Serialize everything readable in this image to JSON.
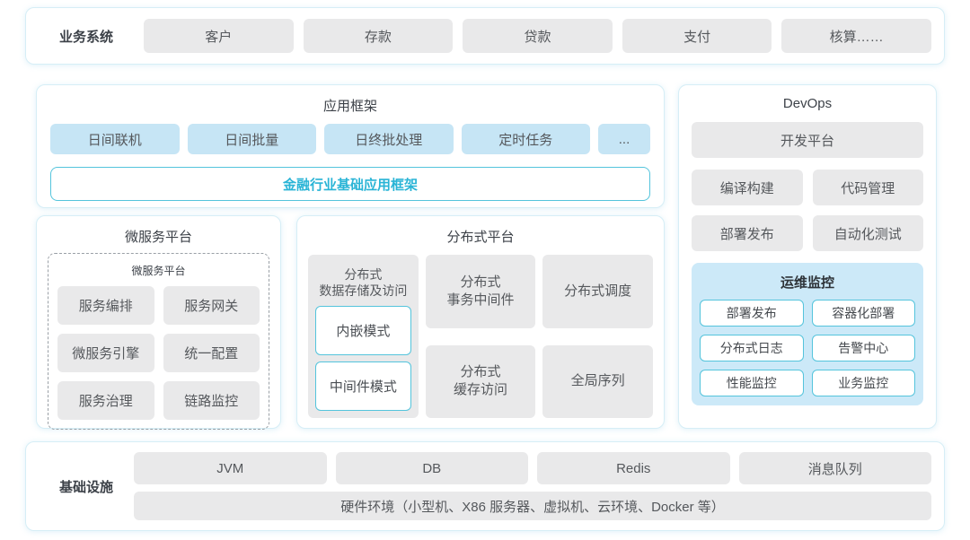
{
  "colors": {
    "panel_border": "#d6eef6",
    "chip_gray": "#e9e9ea",
    "chip_blue": "#c6e5f5",
    "accent_cyan": "#29b4d6",
    "outline_cyan": "#54c4dc",
    "ops_panel_bg": "#cce9f8"
  },
  "business_layer": {
    "label": "业务系统",
    "items": [
      "客户",
      "存款",
      "贷款",
      "支付",
      "核算……"
    ]
  },
  "app_framework": {
    "title": "应用框架",
    "items": [
      "日间联机",
      "日间批量",
      "日终批处理",
      "定时任务",
      "..."
    ],
    "base_framework": "金融行业基础应用框架"
  },
  "devops": {
    "title": "DevOps",
    "dev_platform": "开发平台",
    "items": [
      "编译构建",
      "代码管理",
      "部署发布",
      "自动化测试"
    ],
    "ops_monitor": {
      "title": "运维监控",
      "items": [
        "部署发布",
        "容器化部署",
        "分布式日志",
        "告警中心",
        "性能监控",
        "业务监控"
      ]
    }
  },
  "microservice_platform": {
    "title": "微服务平台",
    "inner_title": "微服务平台",
    "items": [
      "服务编排",
      "服务网关",
      "微服务引擎",
      "统一配置",
      "服务治理",
      "链路监控"
    ]
  },
  "distributed_platform": {
    "title": "分布式平台",
    "storage": {
      "label": "分布式\n数据存储及访问",
      "modes": [
        "内嵌模式",
        "中间件模式"
      ]
    },
    "columns": [
      {
        "top": "分布式\n事务中间件",
        "bottom": "分布式\n缓存访问"
      },
      {
        "top": "分布式调度",
        "bottom": "全局序列"
      }
    ]
  },
  "infrastructure": {
    "label": "基础设施",
    "items": [
      "JVM",
      "DB",
      "Redis",
      "消息队列"
    ],
    "hardware": "硬件环境（小型机、X86 服务器、虚拟机、云环境、Docker 等）"
  }
}
